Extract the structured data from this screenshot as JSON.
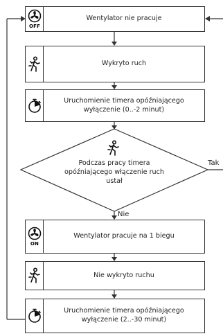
{
  "steps": [
    {
      "icon": "fan-off-icon",
      "badge": "OFF",
      "label": "Wentylator nie pracuje"
    },
    {
      "icon": "motion-person-icon",
      "label": "Wykryto ruch"
    },
    {
      "icon": "timer-icon",
      "label": "Uruchomienie timera opóźniającego wyłączenie (0..-2 minut)"
    },
    {
      "icon": "motion-person-icon",
      "label": "Podczas pracy timera opóźniającego włączenie ruch ustał"
    },
    {
      "icon": "fan-on-icon",
      "badge": "ON",
      "label": "Wentylator pracuje na 1 biegu"
    },
    {
      "icon": "motion-person-icon",
      "label": "Nie wykryto ruchu"
    },
    {
      "icon": "timer-icon",
      "label": "Uruchomienie timera opóźniającego wyłączenie (2..-30 minut)"
    }
  ],
  "decision": {
    "yes_label": "Tak",
    "no_label": "Nie"
  }
}
